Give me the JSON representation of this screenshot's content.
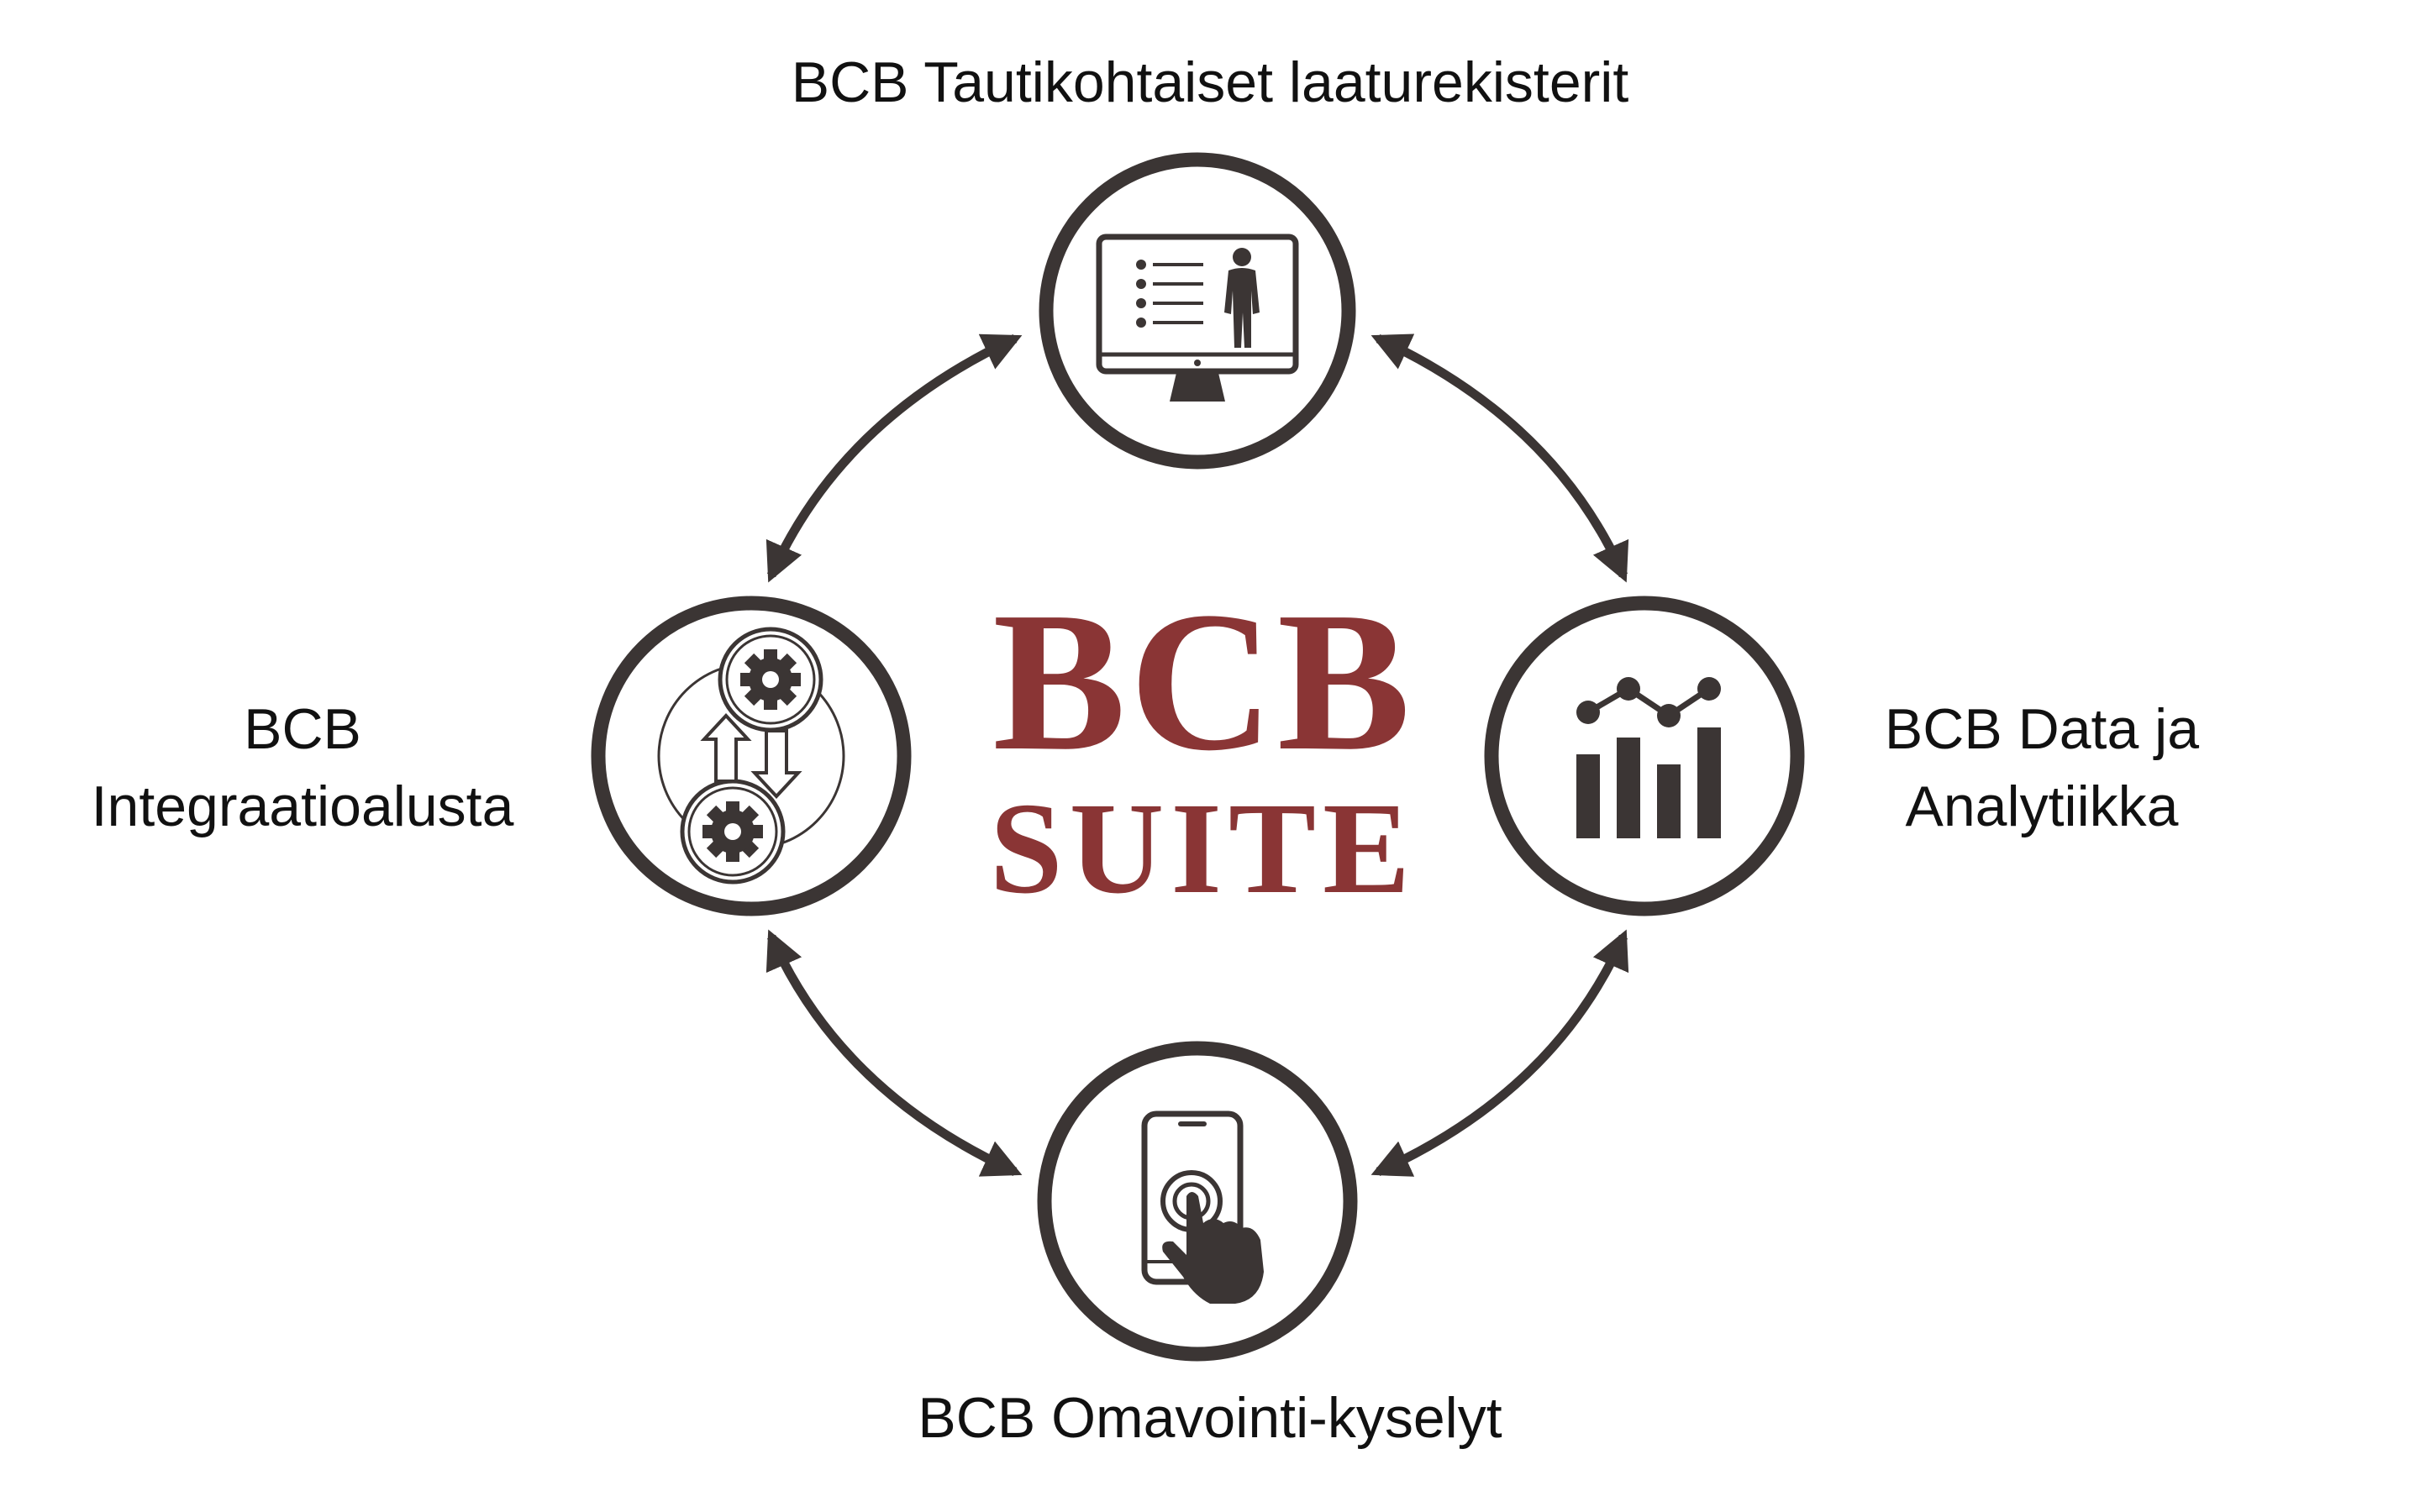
{
  "diagram": {
    "nodes": {
      "top": {
        "label": "BCB Tautikohtaiset laaturekisterit",
        "icon": "monitor-body-icon"
      },
      "right": {
        "label_line1": "BCB Data ja",
        "label_line2": "Analytiikka",
        "icon": "bar-chart-icon"
      },
      "bottom": {
        "label": "BCB Omavointi-kyselyt",
        "icon": "smartphone-touch-icon"
      },
      "left": {
        "label_line1": "BCB",
        "label_line2": "Integraatioalusta",
        "icon": "gears-sync-icon"
      }
    },
    "center": {
      "line1": "BCB",
      "line2": "SUITE"
    },
    "connections": [
      [
        "top",
        "right"
      ],
      [
        "right",
        "bottom"
      ],
      [
        "bottom",
        "left"
      ],
      [
        "left",
        "top"
      ]
    ],
    "colors": {
      "ring": "#3b3534",
      "brand": "#8a3535",
      "text": "#111111"
    }
  }
}
